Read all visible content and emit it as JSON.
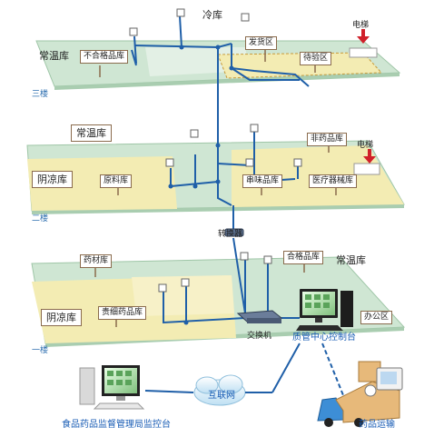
{
  "floors": {
    "third": {
      "label": "三楼",
      "zones": {
        "cold": "冷库",
        "normal": "常温库",
        "unqualified": "不合格品库",
        "shipping": "发货区",
        "pending": "待验区",
        "elevator": "电梯"
      }
    },
    "second": {
      "label": "二楼",
      "zones": {
        "normal": "常温库",
        "shade": "阴凉库",
        "raw": "原料库",
        "non_drug": "非药品库",
        "elevator": "电梯",
        "series": "串味品库",
        "device": "医疗器械库"
      }
    },
    "first": {
      "label": "一楼",
      "zones": {
        "herbal": "药材库",
        "qualified": "合格品库",
        "normal": "常温库",
        "shade": "阴凉库",
        "precious": "贵细药品库",
        "office": "办公区"
      }
    }
  },
  "network": {
    "converter": "转换器",
    "switch": "交换机",
    "control_center": "质管中心控制台",
    "internet": "互联网",
    "regulator": "食品药品监督管理局监控台",
    "transport": "药品运输"
  },
  "colors": {
    "network_line": "#1f5fa8",
    "floor_green": "#cfe6d3",
    "floor_yellow": "#f3ecb3",
    "label_blue": "#2e6fb0",
    "accent_red": "#d0202a"
  }
}
